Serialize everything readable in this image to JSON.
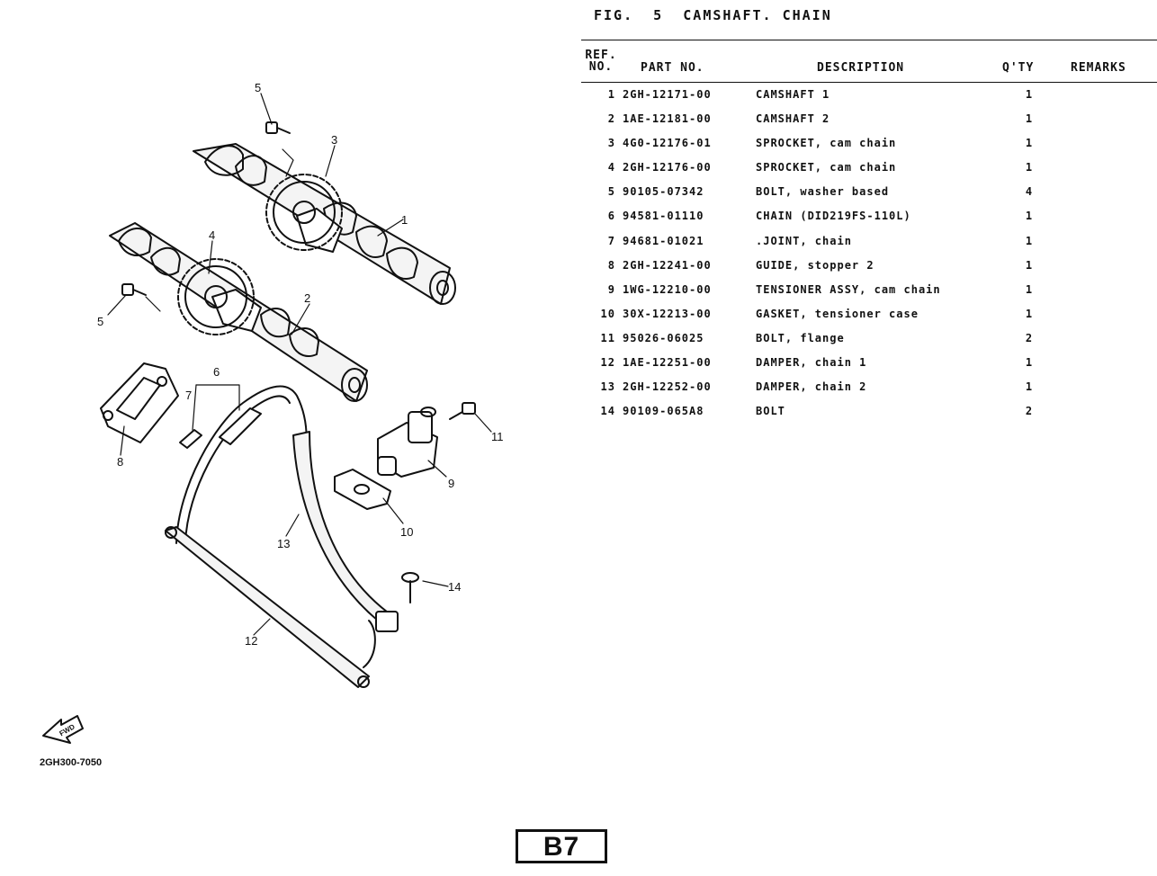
{
  "figure": {
    "title": "FIG.  5  CAMSHAFT. CHAIN",
    "diagram_code": "2GH300-7050",
    "page_label": "B7",
    "fwd_label": "FWD"
  },
  "table": {
    "headers": {
      "ref_line1": "REF.",
      "ref_line2": "NO.",
      "part_no": "PART NO.",
      "description": "DESCRIPTION",
      "qty": "Q'TY",
      "remarks": "REMARKS"
    },
    "rows": [
      {
        "ref": "1",
        "part_no": "2GH-12171-00",
        "description": "CAMSHAFT 1",
        "qty": "1"
      },
      {
        "ref": "2",
        "part_no": "1AE-12181-00",
        "description": "CAMSHAFT 2",
        "qty": "1"
      },
      {
        "ref": "3",
        "part_no": "4G0-12176-01",
        "description": "SPROCKET, cam chain",
        "qty": "1"
      },
      {
        "ref": "4",
        "part_no": "2GH-12176-00",
        "description": "SPROCKET, cam chain",
        "qty": "1"
      },
      {
        "ref": "5",
        "part_no": "90105-07342",
        "description": "BOLT, washer based",
        "qty": "4"
      },
      {
        "ref": "6",
        "part_no": "94581-01110",
        "description": "CHAIN (DID219FS-110L)",
        "qty": "1"
      },
      {
        "ref": "7",
        "part_no": "94681-01021",
        "description": ".JOINT, chain",
        "qty": "1"
      },
      {
        "ref": "8",
        "part_no": "2GH-12241-00",
        "description": "GUIDE, stopper 2",
        "qty": "1"
      },
      {
        "ref": "9",
        "part_no": "1WG-12210-00",
        "description": "TENSIONER ASSY, cam chain",
        "qty": "1"
      },
      {
        "ref": "10",
        "part_no": "30X-12213-00",
        "description": "GASKET, tensioner case",
        "qty": "1"
      },
      {
        "ref": "11",
        "part_no": "95026-06025",
        "description": "BOLT, flange",
        "qty": "2"
      },
      {
        "ref": "12",
        "part_no": "1AE-12251-00",
        "description": "DAMPER, chain 1",
        "qty": "1"
      },
      {
        "ref": "13",
        "part_no": "2GH-12252-00",
        "description": "DAMPER, chain 2",
        "qty": "1"
      },
      {
        "ref": "14",
        "part_no": "90109-065A8",
        "description": "BOLT",
        "qty": "2"
      }
    ]
  },
  "callouts": [
    "1",
    "2",
    "3",
    "4",
    "5",
    "5",
    "6",
    "7",
    "8",
    "9",
    "10",
    "11",
    "12",
    "13",
    "14"
  ]
}
